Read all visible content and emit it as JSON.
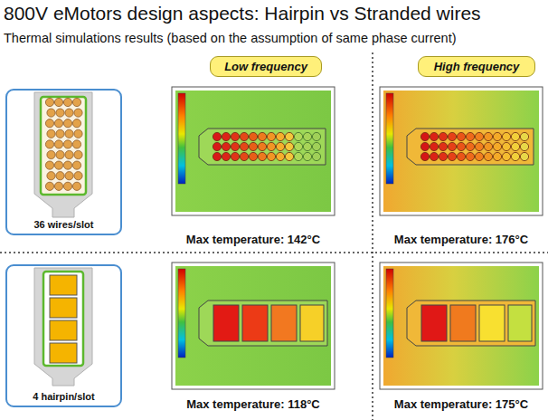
{
  "diagram": {
    "title": "800V eMotors design aspects: Hairpin vs Stranded wires",
    "nodes": [
      {
        "text": [
          "Low frequency"
        ]
      },
      {
        "text": [
          "High frequency"
        ]
      },
      {
        "text": [
          "36 wires/slot"
        ]
      },
      {
        "text": [
          "Max temperature: 142°C"
        ]
      },
      {
        "text": [
          "Max temperature: 176°C"
        ]
      },
      {
        "text": [
          "4 hairpin/slot"
        ]
      },
      {
        "text": [
          "Max temperature: 118°C"
        ]
      },
      {
        "text": [
          "Max temperature: 175°C"
        ]
      }
    ],
    "labels": [
      "Thermal simulations results (based on the assumption of same phase current)"
    ]
  }
}
